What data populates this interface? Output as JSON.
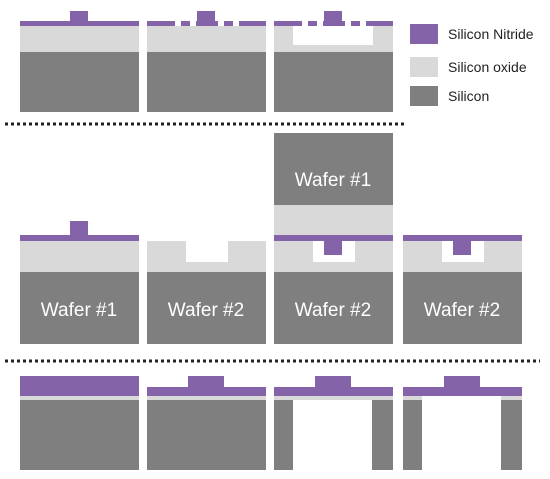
{
  "colors": {
    "silicon_nitride": "#8463a8",
    "silicon_oxide": "#d9d9d9",
    "silicon": "#7f7f7f",
    "divider": "#222222",
    "label_text": "#ffffff"
  },
  "legend": {
    "items": [
      {
        "key": "silicon_nitride",
        "label": "Silicon Nitride"
      },
      {
        "key": "silicon_oxide",
        "label": "Silicon oxide"
      },
      {
        "key": "silicon",
        "label": "Silicon"
      }
    ]
  },
  "wafer_labels": {
    "wafer_1": "Wafer #1",
    "wafer_2": "Wafer #2"
  }
}
